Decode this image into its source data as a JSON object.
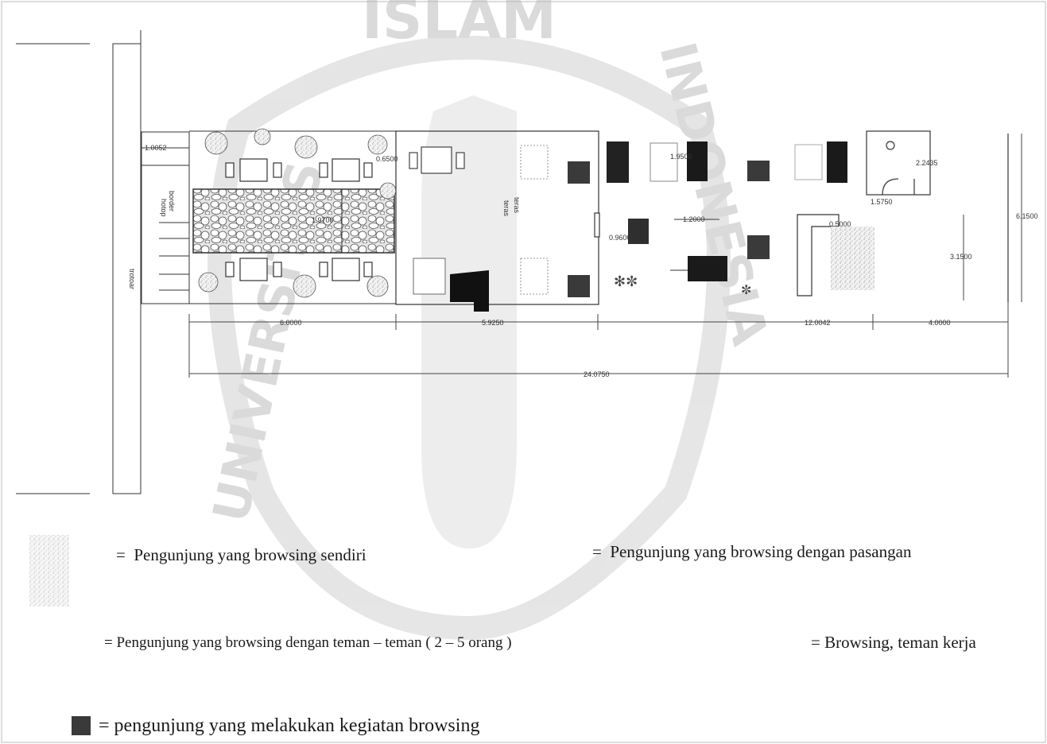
{
  "watermark": {
    "top": "ISLAM",
    "left": "UNIVERSITAS",
    "right": "INDONESIA"
  },
  "plan": {
    "labels": {
      "trotoar": "trotoar",
      "border": "border",
      "hotop": "hotop",
      "teras": "teras",
      "teras2": "teras"
    },
    "dimensions": {
      "d1": "1.0052",
      "d2": "0.6500",
      "d3": "1.9700",
      "d4": "1.9500",
      "d5": "2.2435",
      "d6": "1.5750",
      "d7": "1.2000",
      "d8": "0.9600",
      "d9": "0.5000",
      "d10": "3.1500",
      "d11": "6.1500",
      "d12": "6.0000",
      "d13": "5.9250",
      "d14": "12.0042",
      "d15": "4.0000",
      "d16": "24.0750"
    },
    "colors": {
      "browsing_marker": "#3a3a3a",
      "couple_marker": "#111111",
      "paving": "#cfcfcf"
    }
  },
  "legend": {
    "sendiri": "Pengunjung yang browsing sendiri",
    "pasangan": "Pengunjung yang browsing dengan pasangan",
    "teman": "Pengunjung yang browsing dengan teman – teman ( 2 – 5 orang )",
    "kerja": "Browsing, teman kerja",
    "kegiatan": "pengunjung yang melakukan kegiatan browsing",
    "eq": "="
  }
}
